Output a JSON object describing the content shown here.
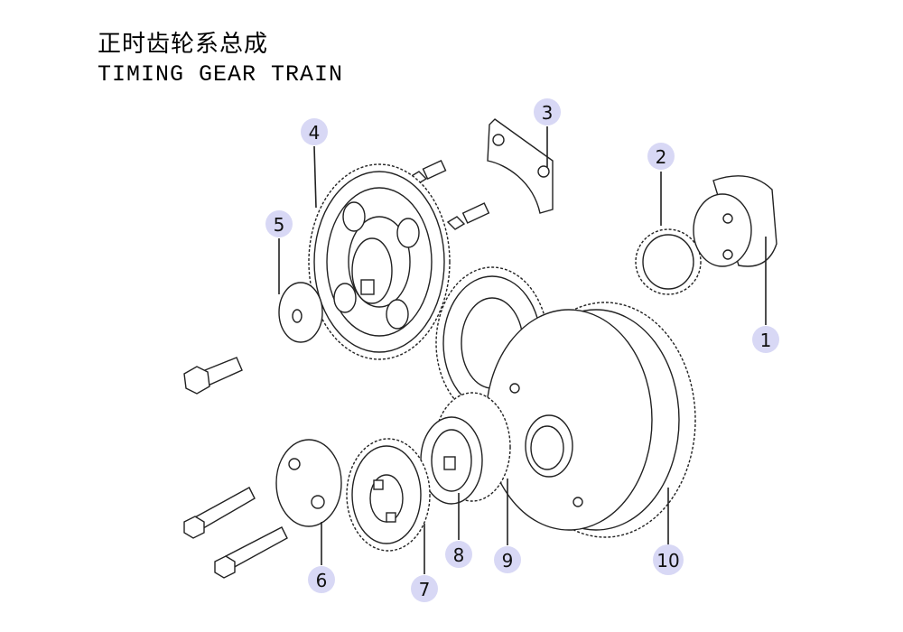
{
  "title": {
    "chinese": "正时齿轮系总成",
    "english": "TIMING GEAR TRAIN"
  },
  "callouts": [
    {
      "id": "callout-1",
      "number": "1"
    },
    {
      "id": "callout-2",
      "number": "2"
    },
    {
      "id": "callout-3",
      "number": "3"
    },
    {
      "id": "callout-4",
      "number": "4"
    },
    {
      "id": "callout-5",
      "number": "5"
    },
    {
      "id": "callout-6",
      "number": "6"
    },
    {
      "id": "callout-7",
      "number": "7"
    },
    {
      "id": "callout-8",
      "number": "8"
    },
    {
      "id": "callout-9",
      "number": "9"
    },
    {
      "id": "callout-10",
      "number": "10"
    }
  ],
  "colors": {
    "callout_fill": "#d8d8f5",
    "line": "#222222"
  }
}
